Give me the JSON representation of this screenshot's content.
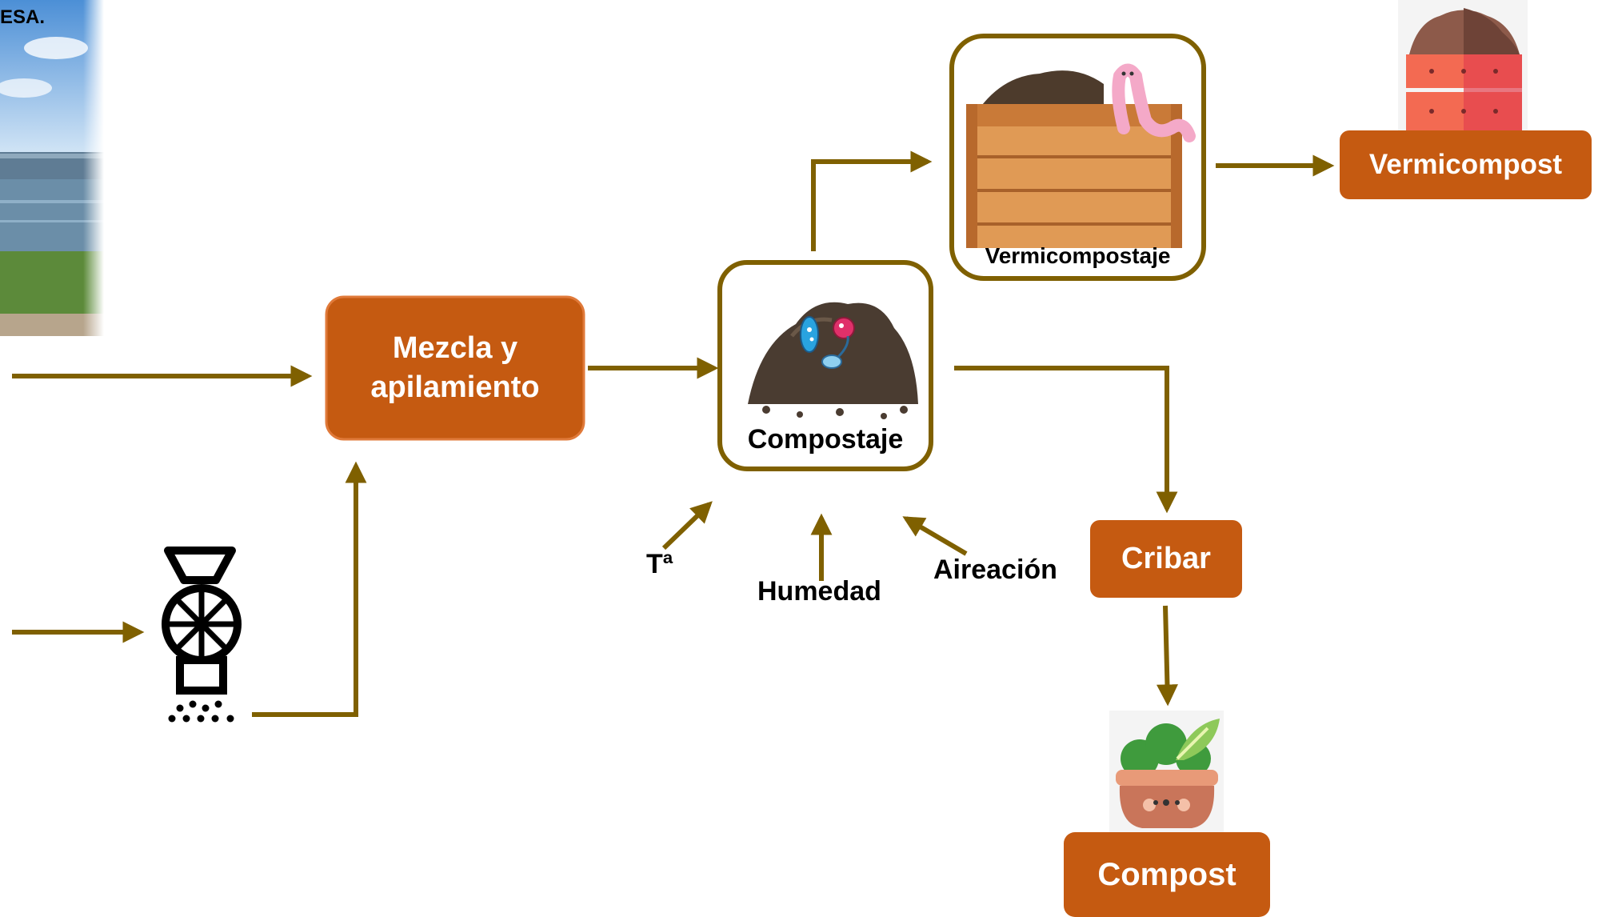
{
  "photo": {
    "caption": "ESA."
  },
  "colors": {
    "box": "#C55A11",
    "arrow": "#7F6000",
    "frame": "#7F6000"
  },
  "nodes": {
    "mezcla": {
      "label": "Mezcla y apilamiento"
    },
    "compostaje": {
      "label": "Compostaje"
    },
    "vermicompostaje": {
      "label": "Vermicompostaje"
    },
    "vermicompost": {
      "label": "Vermicompost"
    },
    "cribar": {
      "label": "Cribar"
    },
    "compost": {
      "label": "Compost"
    }
  },
  "inputs": {
    "temperatura": "Tª",
    "humedad": "Humedad",
    "aireacion": "Aireación"
  },
  "icons": [
    "shredder-icon",
    "compost-pile-bacteria-icon",
    "worm-bin-icon",
    "fertilizer-bag-icon",
    "plant-pot-icon"
  ]
}
